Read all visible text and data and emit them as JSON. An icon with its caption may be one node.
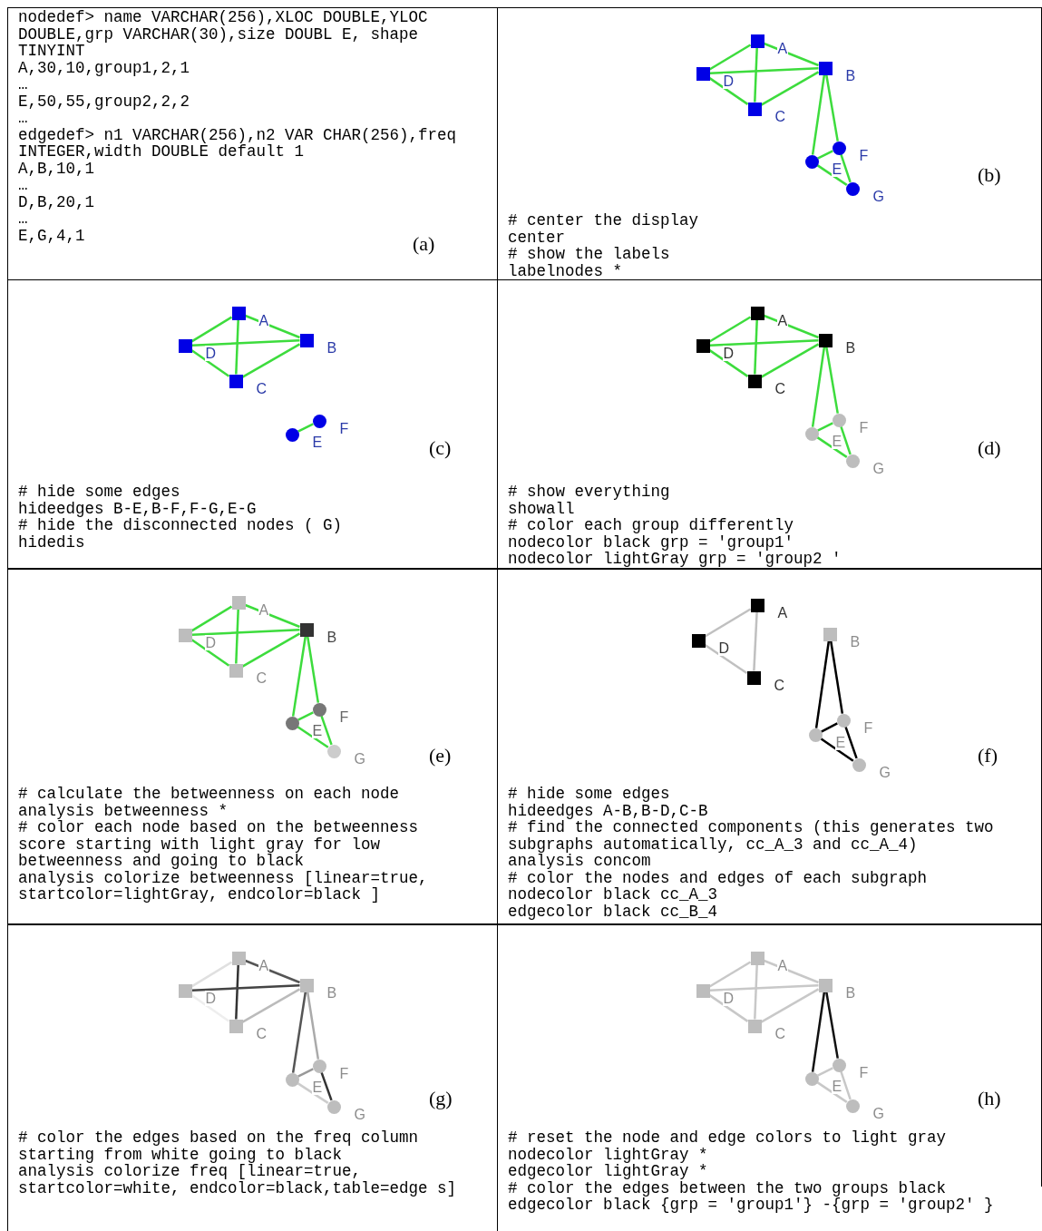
{
  "diagram": {
    "nodes": [
      {
        "text": [],
        "shape": "box",
        "beside": [
          "A"
        ]
      },
      {
        "text": [],
        "shape": "box",
        "beside": [
          "B"
        ]
      },
      {
        "text": [],
        "shape": "box",
        "beside": [
          "C"
        ]
      },
      {
        "text": [],
        "shape": "box",
        "beside": [
          "D"
        ]
      },
      {
        "text": [],
        "shape": "circle",
        "beside": [
          "E"
        ]
      },
      {
        "text": [],
        "shape": "circle",
        "beside": [
          "F"
        ]
      },
      {
        "text": [],
        "shape": "circle",
        "beside": [
          "G"
        ]
      },
      {
        "text": [],
        "shape": "box",
        "beside": [
          "A"
        ]
      },
      {
        "text": [],
        "shape": "box",
        "beside": [
          "B"
        ]
      },
      {
        "text": [],
        "shape": "box",
        "beside": [
          "C"
        ]
      },
      {
        "text": [],
        "shape": "box",
        "beside": [
          "D"
        ]
      },
      {
        "text": [],
        "shape": "circle",
        "beside": [
          "E"
        ]
      },
      {
        "text": [],
        "shape": "circle",
        "beside": [
          "F"
        ]
      },
      {
        "text": [],
        "shape": "box",
        "beside": [
          "A"
        ]
      },
      {
        "text": [],
        "shape": "box",
        "beside": [
          "B"
        ]
      },
      {
        "text": [],
        "shape": "box",
        "beside": [
          "C"
        ]
      },
      {
        "text": [],
        "shape": "box",
        "beside": [
          "D"
        ]
      },
      {
        "text": [],
        "shape": "circle",
        "beside": [
          "E"
        ]
      },
      {
        "text": [],
        "shape": "circle",
        "beside": [
          "F"
        ]
      },
      {
        "text": [],
        "shape": "circle",
        "beside": [
          "G"
        ]
      },
      {
        "text": [],
        "shape": "box",
        "beside": [
          "A"
        ]
      },
      {
        "text": [],
        "shape": "box",
        "beside": [
          "B"
        ]
      },
      {
        "text": [],
        "shape": "box",
        "beside": [
          "C"
        ]
      },
      {
        "text": [],
        "shape": "box",
        "beside": [
          "D"
        ]
      },
      {
        "text": [],
        "shape": "circle",
        "beside": [
          "E"
        ]
      },
      {
        "text": [],
        "shape": "circle",
        "beside": [
          "F"
        ]
      },
      {
        "text": [],
        "shape": "circle",
        "beside": [
          "G"
        ]
      },
      {
        "text": [],
        "shape": "box",
        "beside": [
          "A"
        ]
      },
      {
        "text": [],
        "shape": "box",
        "beside": [
          "B"
        ]
      },
      {
        "text": [],
        "shape": "box",
        "beside": [
          "C"
        ]
      },
      {
        "text": [],
        "shape": "box",
        "beside": [
          "D"
        ]
      },
      {
        "text": [],
        "shape": "circle",
        "beside": [
          "E"
        ]
      },
      {
        "text": [],
        "shape": "circle",
        "beside": [
          "F"
        ]
      },
      {
        "text": [],
        "shape": "circle",
        "beside": [
          "G"
        ]
      },
      {
        "text": [],
        "shape": "box",
        "beside": [
          "A"
        ]
      },
      {
        "text": [],
        "shape": "box",
        "beside": [
          "B"
        ]
      },
      {
        "text": [],
        "shape": "box",
        "beside": [
          "C"
        ]
      },
      {
        "text": [],
        "shape": "box",
        "beside": [
          "D"
        ]
      },
      {
        "text": [],
        "shape": "circle",
        "beside": [
          "E"
        ]
      },
      {
        "text": [],
        "shape": "circle",
        "beside": [
          "F"
        ]
      },
      {
        "text": [],
        "shape": "circle",
        "beside": [
          "G"
        ]
      },
      {
        "text": [],
        "shape": "box",
        "beside": [
          "A"
        ]
      },
      {
        "text": [],
        "shape": "box",
        "beside": [
          "B"
        ]
      },
      {
        "text": [],
        "shape": "box",
        "beside": [
          "C"
        ]
      },
      {
        "text": [],
        "shape": "box",
        "beside": [
          "D"
        ]
      },
      {
        "text": [],
        "shape": "circle",
        "beside": [
          "E"
        ]
      },
      {
        "text": [],
        "shape": "circle",
        "beside": [
          "F"
        ]
      },
      {
        "text": [],
        "shape": "circle",
        "beside": [
          "G"
        ]
      }
    ],
    "edges": [
      {
        "from": 0,
        "to": 3,
        "arrow": "none"
      },
      {
        "from": 0,
        "to": 1,
        "arrow": "none"
      },
      {
        "from": 0,
        "to": 2,
        "arrow": "none"
      },
      {
        "from": 3,
        "to": 1,
        "arrow": "none"
      },
      {
        "from": 3,
        "to": 2,
        "arrow": "none"
      },
      {
        "from": 2,
        "to": 1,
        "arrow": "none"
      },
      {
        "from": 1,
        "to": 4,
        "arrow": "none"
      },
      {
        "from": 1,
        "to": 5,
        "arrow": "none"
      },
      {
        "from": 4,
        "to": 5,
        "arrow": "none"
      },
      {
        "from": 4,
        "to": 6,
        "arrow": "none"
      },
      {
        "from": 5,
        "to": 6,
        "arrow": "none"
      },
      {
        "from": 7,
        "to": 10,
        "arrow": "none"
      },
      {
        "from": 7,
        "to": 8,
        "arrow": "none"
      },
      {
        "from": 7,
        "to": 9,
        "arrow": "none"
      },
      {
        "from": 10,
        "to": 8,
        "arrow": "none"
      },
      {
        "from": 10,
        "to": 9,
        "arrow": "none"
      },
      {
        "from": 9,
        "to": 8,
        "arrow": "none"
      },
      {
        "from": 11,
        "to": 12,
        "arrow": "none"
      },
      {
        "from": 13,
        "to": 16,
        "arrow": "none"
      },
      {
        "from": 13,
        "to": 14,
        "arrow": "none"
      },
      {
        "from": 13,
        "to": 15,
        "arrow": "none"
      },
      {
        "from": 16,
        "to": 14,
        "arrow": "none"
      },
      {
        "from": 16,
        "to": 15,
        "arrow": "none"
      },
      {
        "from": 15,
        "to": 14,
        "arrow": "none"
      },
      {
        "from": 14,
        "to": 17,
        "arrow": "none"
      },
      {
        "from": 14,
        "to": 18,
        "arrow": "none"
      },
      {
        "from": 17,
        "to": 18,
        "arrow": "none"
      },
      {
        "from": 17,
        "to": 19,
        "arrow": "none"
      },
      {
        "from": 18,
        "to": 19,
        "arrow": "none"
      },
      {
        "from": 20,
        "to": 23,
        "arrow": "none"
      },
      {
        "from": 20,
        "to": 21,
        "arrow": "none"
      },
      {
        "from": 20,
        "to": 22,
        "arrow": "none"
      },
      {
        "from": 23,
        "to": 21,
        "arrow": "none"
      },
      {
        "from": 23,
        "to": 22,
        "arrow": "none"
      },
      {
        "from": 22,
        "to": 21,
        "arrow": "none"
      },
      {
        "from": 21,
        "to": 24,
        "arrow": "none"
      },
      {
        "from": 21,
        "to": 25,
        "arrow": "none"
      },
      {
        "from": 24,
        "to": 25,
        "arrow": "none"
      },
      {
        "from": 24,
        "to": 26,
        "arrow": "none"
      },
      {
        "from": 25,
        "to": 26,
        "arrow": "none"
      },
      {
        "from": 27,
        "to": 30,
        "arrow": "none",
        "color": "#c0c0c0"
      },
      {
        "from": 27,
        "to": 29,
        "arrow": "none",
        "color": "#c0c0c0"
      },
      {
        "from": 30,
        "to": 29,
        "arrow": "none",
        "color": "#c0c0c0"
      },
      {
        "from": 28,
        "to": 31,
        "arrow": "none",
        "color": "#000000"
      },
      {
        "from": 28,
        "to": 32,
        "arrow": "none",
        "color": "#000000"
      },
      {
        "from": 31,
        "to": 32,
        "arrow": "none",
        "color": "#000000"
      },
      {
        "from": 31,
        "to": 33,
        "arrow": "none",
        "color": "#000000"
      },
      {
        "from": 32,
        "to": 33,
        "arrow": "none",
        "color": "#000000"
      },
      {
        "from": 34,
        "to": 37,
        "arrow": "none",
        "color": "#e0e0e0"
      },
      {
        "from": 34,
        "to": 35,
        "arrow": "none",
        "color": "#555555"
      },
      {
        "from": 34,
        "to": 36,
        "arrow": "none",
        "color": "#333333"
      },
      {
        "from": 37,
        "to": 35,
        "arrow": "none",
        "color": "#444444"
      },
      {
        "from": 37,
        "to": 36,
        "arrow": "none",
        "color": "#eeeeee"
      },
      {
        "from": 36,
        "to": 35,
        "arrow": "none",
        "color": "#bbbbbb"
      },
      {
        "from": 35,
        "to": 38,
        "arrow": "none",
        "color": "#555555"
      },
      {
        "from": 35,
        "to": 39,
        "arrow": "none",
        "color": "#aaaaaa"
      },
      {
        "from": 38,
        "to": 39,
        "arrow": "none",
        "color": "#999999"
      },
      {
        "from": 38,
        "to": 40,
        "arrow": "none",
        "color": "#cccccc"
      },
      {
        "from": 39,
        "to": 40,
        "arrow": "none",
        "color": "#333333"
      },
      {
        "from": 41,
        "to": 44,
        "arrow": "none",
        "color": "#c8c8c8"
      },
      {
        "from": 41,
        "to": 42,
        "arrow": "none",
        "color": "#c8c8c8"
      },
      {
        "from": 41,
        "to": 43,
        "arrow": "none",
        "color": "#c8c8c8"
      },
      {
        "from": 44,
        "to": 42,
        "arrow": "none",
        "color": "#c8c8c8"
      },
      {
        "from": 44,
        "to": 43,
        "arrow": "none",
        "color": "#c8c8c8"
      },
      {
        "from": 43,
        "to": 42,
        "arrow": "none",
        "color": "#c8c8c8"
      },
      {
        "from": 42,
        "to": 45,
        "arrow": "none",
        "color": "#111111"
      },
      {
        "from": 42,
        "to": 46,
        "arrow": "none",
        "color": "#111111"
      },
      {
        "from": 45,
        "to": 46,
        "arrow": "none",
        "color": "#c8c8c8"
      },
      {
        "from": 45,
        "to": 47,
        "arrow": "none",
        "color": "#c8c8c8"
      },
      {
        "from": 46,
        "to": 47,
        "arrow": "none",
        "color": "#c8c8c8"
      }
    ],
    "labels": [
      "nodedef> name VARCHAR(256),XLOC DOUBLE,YLOC DOUBLE,grp VARCHAR(30),size DOUBL E, shape TINYINT",
      "A,30,10,group1,2,1",
      "…",
      "E,50,55,group2,2,2",
      "…",
      "edgedef> n1 VARCHAR(256),n2 VAR CHAR(256),freq INTEGER,width DOUBLE default 1",
      "A,B,10,1",
      "…",
      "D,B,20,1",
      "…",
      "E,G,4,1",
      "(a)",
      "(b)",
      "# center the display",
      "center",
      "# show the labels",
      "labelnodes *",
      "(c)",
      "# hide some edges",
      "hideedges B-E,B-F,F-G,E-G",
      "# hide the disconnected nodes ( G)",
      "hidedis",
      "(d)",
      "# show everything",
      "showall",
      "# color each group differently",
      "nodecolor black grp = 'group1'",
      "nodecolor lightGray grp = 'group2 '",
      "(e)",
      "# calculate the betweenness on each node",
      "analysis betweenness *",
      "# color each node based on the betweenness score starting with light gray for low betweenness and going to black",
      "analysis colorize betweenness [linear=true, startcolor=lightGray, endcolor=black ]",
      "(f)",
      "# hide some edges",
      "hideedges A-B,B-D,C-B",
      "# find the connected components (this generates two subgraphs automatically, cc_A_3 and cc_A_4)",
      "analysis concom",
      "# color the nodes and edges of each subgraph",
      "nodecolor black cc_A_3",
      "edgecolor black cc_B_4",
      "(g)",
      "# color the edges based on the freq column starting from white going to black",
      "analysis colorize freq [linear=true, startcolor=white, endcolor=black,table=edge s]",
      "(h)",
      "# reset the node and edge colors to light gray",
      "nodecolor lightGray *",
      "edgecolor lightGray *",
      "# color the edges between the two groups black",
      "edgecolor black {grp = 'group1'} -{grp = 'group2' }"
    ]
  }
}
